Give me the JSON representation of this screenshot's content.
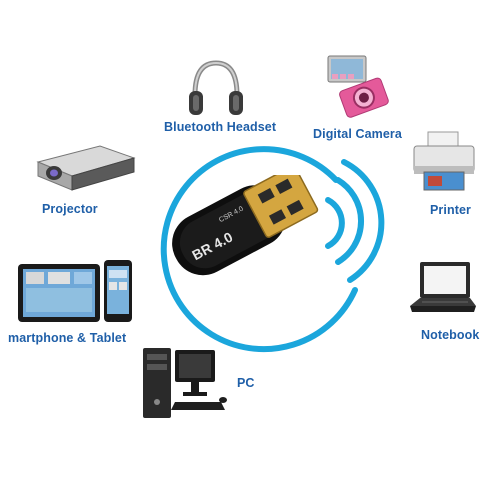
{
  "labels": {
    "headset": "Bluetooth Headset",
    "camera": "Digital Camera",
    "projector": "Projector",
    "printer": "Printer",
    "phone_tablet": "martphone & Tablet",
    "notebook": "Notebook",
    "pc": "PC"
  },
  "dongle": {
    "side_text": "BR 4.0",
    "face_text": "CSR 4.0"
  },
  "devices": {
    "headset": "headset-icon",
    "camera": "camera-icon",
    "projector": "projector-icon",
    "printer": "printer-icon",
    "phone_tablet": "phone-tablet-icon",
    "notebook": "laptop-icon",
    "pc": "desktop-pc-icon"
  },
  "colors": {
    "label": "#1f5fa8",
    "ring": "#1ba6dc",
    "dongle": "#111111",
    "usb_gold": "#d4a640"
  }
}
